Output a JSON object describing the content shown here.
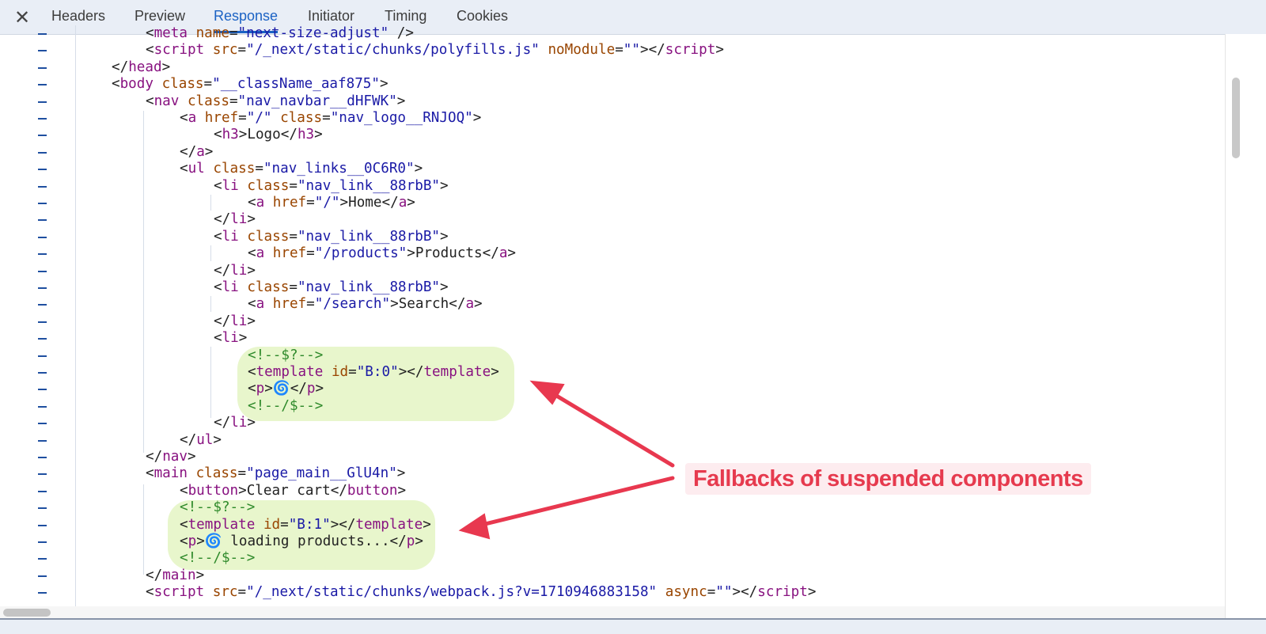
{
  "tabs": {
    "close_icon": "close-icon",
    "items": [
      {
        "label": "Headers",
        "active": false
      },
      {
        "label": "Preview",
        "active": false
      },
      {
        "label": "Response",
        "active": true
      },
      {
        "label": "Initiator",
        "active": false
      },
      {
        "label": "Timing",
        "active": false
      },
      {
        "label": "Cookies",
        "active": false
      }
    ]
  },
  "colors": {
    "accent": "#1b62c4",
    "annotation": "#e63a4e",
    "highlight": "#e8f6cc"
  },
  "code_lines": [
    {
      "indent": 1,
      "tokens": [
        [
          "p",
          "<"
        ],
        [
          "t",
          "meta"
        ],
        [
          "x",
          " "
        ],
        [
          "a",
          "name"
        ],
        [
          "p",
          "="
        ],
        [
          "v",
          "\"next-size-adjust\""
        ],
        [
          "p",
          " />"
        ]
      ]
    },
    {
      "indent": 1,
      "tokens": [
        [
          "p",
          "<"
        ],
        [
          "t",
          "script"
        ],
        [
          "x",
          " "
        ],
        [
          "a",
          "src"
        ],
        [
          "p",
          "="
        ],
        [
          "v",
          "\"/_next/static/chunks/polyfills.js\""
        ],
        [
          "x",
          " "
        ],
        [
          "a",
          "noModule"
        ],
        [
          "p",
          "="
        ],
        [
          "v",
          "\"\""
        ],
        [
          "p",
          "></"
        ],
        [
          "t",
          "script"
        ],
        [
          "p",
          ">"
        ]
      ]
    },
    {
      "indent": 0,
      "tokens": [
        [
          "p",
          "</"
        ],
        [
          "t",
          "head"
        ],
        [
          "p",
          ">"
        ]
      ]
    },
    {
      "indent": 0,
      "tokens": [
        [
          "p",
          "<"
        ],
        [
          "t",
          "body"
        ],
        [
          "x",
          " "
        ],
        [
          "a",
          "class"
        ],
        [
          "p",
          "="
        ],
        [
          "v",
          "\"__className_aaf875\""
        ],
        [
          "p",
          ">"
        ]
      ]
    },
    {
      "indent": 1,
      "tokens": [
        [
          "p",
          "<"
        ],
        [
          "t",
          "nav"
        ],
        [
          "x",
          " "
        ],
        [
          "a",
          "class"
        ],
        [
          "p",
          "="
        ],
        [
          "v",
          "\"nav_navbar__dHFWK\""
        ],
        [
          "p",
          ">"
        ]
      ]
    },
    {
      "indent": 2,
      "tokens": [
        [
          "p",
          "<"
        ],
        [
          "t",
          "a"
        ],
        [
          "x",
          " "
        ],
        [
          "a",
          "href"
        ],
        [
          "p",
          "="
        ],
        [
          "v",
          "\"/\""
        ],
        [
          "x",
          " "
        ],
        [
          "a",
          "class"
        ],
        [
          "p",
          "="
        ],
        [
          "v",
          "\"nav_logo__RNJOQ\""
        ],
        [
          "p",
          ">"
        ]
      ]
    },
    {
      "indent": 3,
      "tokens": [
        [
          "p",
          "<"
        ],
        [
          "t",
          "h3"
        ],
        [
          "p",
          ">"
        ],
        [
          "x",
          "Logo"
        ],
        [
          "p",
          "</"
        ],
        [
          "t",
          "h3"
        ],
        [
          "p",
          ">"
        ]
      ]
    },
    {
      "indent": 2,
      "tokens": [
        [
          "p",
          "</"
        ],
        [
          "t",
          "a"
        ],
        [
          "p",
          ">"
        ]
      ]
    },
    {
      "indent": 2,
      "tokens": [
        [
          "p",
          "<"
        ],
        [
          "t",
          "ul"
        ],
        [
          "x",
          " "
        ],
        [
          "a",
          "class"
        ],
        [
          "p",
          "="
        ],
        [
          "v",
          "\"nav_links__0C6R0\""
        ],
        [
          "p",
          ">"
        ]
      ]
    },
    {
      "indent": 3,
      "tokens": [
        [
          "p",
          "<"
        ],
        [
          "t",
          "li"
        ],
        [
          "x",
          " "
        ],
        [
          "a",
          "class"
        ],
        [
          "p",
          "="
        ],
        [
          "v",
          "\"nav_link__88rbB\""
        ],
        [
          "p",
          ">"
        ]
      ]
    },
    {
      "indent": 4,
      "tokens": [
        [
          "p",
          "<"
        ],
        [
          "t",
          "a"
        ],
        [
          "x",
          " "
        ],
        [
          "a",
          "href"
        ],
        [
          "p",
          "="
        ],
        [
          "v",
          "\"/\""
        ],
        [
          "p",
          ">"
        ],
        [
          "x",
          "Home"
        ],
        [
          "p",
          "</"
        ],
        [
          "t",
          "a"
        ],
        [
          "p",
          ">"
        ]
      ]
    },
    {
      "indent": 3,
      "tokens": [
        [
          "p",
          "</"
        ],
        [
          "t",
          "li"
        ],
        [
          "p",
          ">"
        ]
      ]
    },
    {
      "indent": 3,
      "tokens": [
        [
          "p",
          "<"
        ],
        [
          "t",
          "li"
        ],
        [
          "x",
          " "
        ],
        [
          "a",
          "class"
        ],
        [
          "p",
          "="
        ],
        [
          "v",
          "\"nav_link__88rbB\""
        ],
        [
          "p",
          ">"
        ]
      ]
    },
    {
      "indent": 4,
      "tokens": [
        [
          "p",
          "<"
        ],
        [
          "t",
          "a"
        ],
        [
          "x",
          " "
        ],
        [
          "a",
          "href"
        ],
        [
          "p",
          "="
        ],
        [
          "v",
          "\"/products\""
        ],
        [
          "p",
          ">"
        ],
        [
          "x",
          "Products"
        ],
        [
          "p",
          "</"
        ],
        [
          "t",
          "a"
        ],
        [
          "p",
          ">"
        ]
      ]
    },
    {
      "indent": 3,
      "tokens": [
        [
          "p",
          "</"
        ],
        [
          "t",
          "li"
        ],
        [
          "p",
          ">"
        ]
      ]
    },
    {
      "indent": 3,
      "tokens": [
        [
          "p",
          "<"
        ],
        [
          "t",
          "li"
        ],
        [
          "x",
          " "
        ],
        [
          "a",
          "class"
        ],
        [
          "p",
          "="
        ],
        [
          "v",
          "\"nav_link__88rbB\""
        ],
        [
          "p",
          ">"
        ]
      ]
    },
    {
      "indent": 4,
      "tokens": [
        [
          "p",
          "<"
        ],
        [
          "t",
          "a"
        ],
        [
          "x",
          " "
        ],
        [
          "a",
          "href"
        ],
        [
          "p",
          "="
        ],
        [
          "v",
          "\"/search\""
        ],
        [
          "p",
          ">"
        ],
        [
          "x",
          "Search"
        ],
        [
          "p",
          "</"
        ],
        [
          "t",
          "a"
        ],
        [
          "p",
          ">"
        ]
      ]
    },
    {
      "indent": 3,
      "tokens": [
        [
          "p",
          "</"
        ],
        [
          "t",
          "li"
        ],
        [
          "p",
          ">"
        ]
      ]
    },
    {
      "indent": 3,
      "tokens": [
        [
          "p",
          "<"
        ],
        [
          "t",
          "li"
        ],
        [
          "p",
          ">"
        ]
      ]
    },
    {
      "indent": 4,
      "tokens": [
        [
          "c",
          "<!--$?-->"
        ]
      ]
    },
    {
      "indent": 4,
      "tokens": [
        [
          "p",
          "<"
        ],
        [
          "t",
          "template"
        ],
        [
          "x",
          " "
        ],
        [
          "a",
          "id"
        ],
        [
          "p",
          "="
        ],
        [
          "v",
          "\"B:0\""
        ],
        [
          "p",
          "></"
        ],
        [
          "t",
          "template"
        ],
        [
          "p",
          ">"
        ]
      ]
    },
    {
      "indent": 4,
      "tokens": [
        [
          "p",
          "<"
        ],
        [
          "t",
          "p"
        ],
        [
          "p",
          ">"
        ],
        [
          "x",
          "🌀"
        ],
        [
          "p",
          "</"
        ],
        [
          "t",
          "p"
        ],
        [
          "p",
          ">"
        ]
      ]
    },
    {
      "indent": 4,
      "tokens": [
        [
          "c",
          "<!--/$-->"
        ]
      ]
    },
    {
      "indent": 3,
      "tokens": [
        [
          "p",
          "</"
        ],
        [
          "t",
          "li"
        ],
        [
          "p",
          ">"
        ]
      ]
    },
    {
      "indent": 2,
      "tokens": [
        [
          "p",
          "</"
        ],
        [
          "t",
          "ul"
        ],
        [
          "p",
          ">"
        ]
      ]
    },
    {
      "indent": 1,
      "tokens": [
        [
          "p",
          "</"
        ],
        [
          "t",
          "nav"
        ],
        [
          "p",
          ">"
        ]
      ]
    },
    {
      "indent": 1,
      "tokens": [
        [
          "p",
          "<"
        ],
        [
          "t",
          "main"
        ],
        [
          "x",
          " "
        ],
        [
          "a",
          "class"
        ],
        [
          "p",
          "="
        ],
        [
          "v",
          "\"page_main__GlU4n\""
        ],
        [
          "p",
          ">"
        ]
      ]
    },
    {
      "indent": 2,
      "tokens": [
        [
          "p",
          "<"
        ],
        [
          "t",
          "button"
        ],
        [
          "p",
          ">"
        ],
        [
          "x",
          "Clear cart"
        ],
        [
          "p",
          "</"
        ],
        [
          "t",
          "button"
        ],
        [
          "p",
          ">"
        ]
      ]
    },
    {
      "indent": 2,
      "tokens": [
        [
          "c",
          "<!--$?-->"
        ]
      ]
    },
    {
      "indent": 2,
      "tokens": [
        [
          "p",
          "<"
        ],
        [
          "t",
          "template"
        ],
        [
          "x",
          " "
        ],
        [
          "a",
          "id"
        ],
        [
          "p",
          "="
        ],
        [
          "v",
          "\"B:1\""
        ],
        [
          "p",
          "></"
        ],
        [
          "t",
          "template"
        ],
        [
          "p",
          ">"
        ]
      ]
    },
    {
      "indent": 2,
      "tokens": [
        [
          "p",
          "<"
        ],
        [
          "t",
          "p"
        ],
        [
          "p",
          ">"
        ],
        [
          "x",
          "🌀 loading products..."
        ],
        [
          "p",
          "</"
        ],
        [
          "t",
          "p"
        ],
        [
          "p",
          ">"
        ]
      ]
    },
    {
      "indent": 2,
      "tokens": [
        [
          "c",
          "<!--/$-->"
        ]
      ]
    },
    {
      "indent": 1,
      "tokens": [
        [
          "p",
          "</"
        ],
        [
          "t",
          "main"
        ],
        [
          "p",
          ">"
        ]
      ]
    },
    {
      "indent": 1,
      "tokens": [
        [
          "p",
          "<"
        ],
        [
          "t",
          "script"
        ],
        [
          "x",
          " "
        ],
        [
          "a",
          "src"
        ],
        [
          "p",
          "="
        ],
        [
          "v",
          "\"/_next/static/chunks/webpack.js?v=1710946883158\""
        ],
        [
          "x",
          " "
        ],
        [
          "a",
          "async"
        ],
        [
          "p",
          "="
        ],
        [
          "v",
          "\"\""
        ],
        [
          "p",
          "></"
        ],
        [
          "t",
          "script"
        ],
        [
          "p",
          ">"
        ]
      ]
    }
  ],
  "annotation": {
    "label": "Fallbacks of suspended components"
  }
}
